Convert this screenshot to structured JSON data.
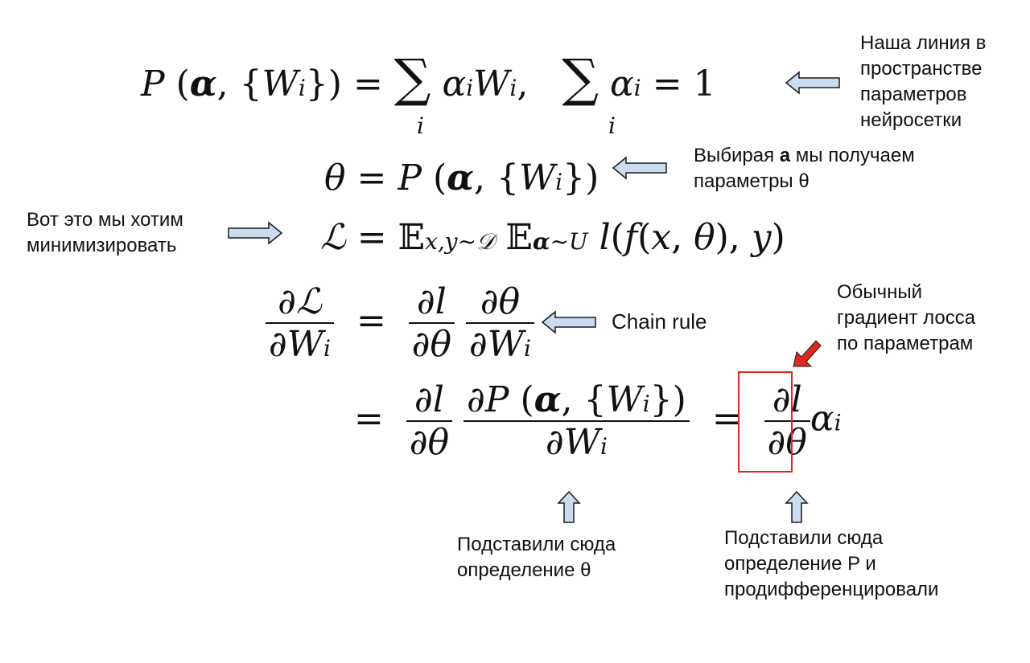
{
  "notes": {
    "line_label": "Наша линия в пространстве параметров нейросетки",
    "line_label_l1": "Наша линия в",
    "line_label_l2": "пространстве",
    "line_label_l3": "параметров",
    "line_label_l4": "нейросетки",
    "choose_l1_pre": "Выбирая ",
    "choose_l1_bold": "a",
    "choose_l1_post": " мы получаем",
    "choose_l2": "параметры θ",
    "minimize_l1": "Вот это мы хотим",
    "minimize_l2": "минимизировать",
    "chain_rule": "Chain rule",
    "usual_l1": "Обычный",
    "usual_l2": "градиент лосса",
    "usual_l3": "по параметрам",
    "subst_theta_l1": "Подставили сюда",
    "subst_theta_l2": "определение θ",
    "subst_p_l1": "Подставили сюда",
    "subst_p_l2": "определение P и",
    "subst_p_l3": "продифференцировали"
  },
  "colors": {
    "arrow_fill": "#c9dcf0",
    "arrow_stroke": "#1a1a1a",
    "red_arrow": "#e0281e",
    "red_box": "#e0281e"
  }
}
